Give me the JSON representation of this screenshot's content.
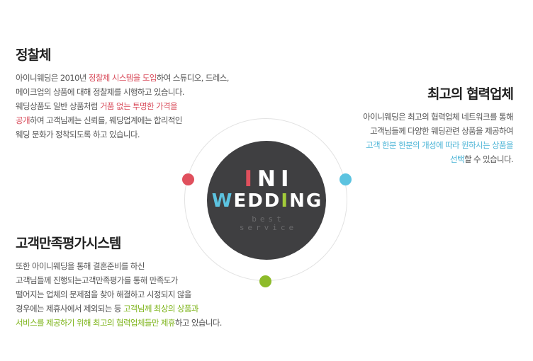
{
  "features": {
    "standardization": {
      "title": "정찰체",
      "lines": [
        [
          "아이니웨딩은 2010년 ",
          "정찰제 시스템을 도입",
          "하여 스튜디오, 드레스,"
        ],
        [
          "메이크업의 상품에 대해 정찰제를 시행하고 있습니다.",
          "",
          ""
        ],
        [
          "웨딩상품도 일반 상품처럼 ",
          "거품 없는 투명한 가격을",
          ""
        ],
        [
          "",
          "공개",
          "하여 고객님께는 신뢰를,  웨딩업계에는 합리적인"
        ],
        [
          "웨딩 문화가 정착되도록 하고 있습니다.",
          "",
          ""
        ]
      ]
    },
    "partners": {
      "title": "최고의 협력업체",
      "lines": [
        [
          "아이니웨딩은 최고의 협력업체 네트워크를 통해",
          "",
          ""
        ],
        [
          "고객님들께 다양한 웨딩관련 상품을 제공하여",
          "",
          ""
        ],
        [
          "",
          "고객 한분 한분의 개성에 따라 원하시는 상품을",
          ""
        ],
        [
          "",
          "선택",
          "할 수 있습니다."
        ]
      ]
    },
    "satisfaction": {
      "title": "고객만족평가시스템",
      "lines": [
        [
          "또한 아이니웨딩을 통해 결혼준비를 하신",
          "",
          ""
        ],
        [
          "고객님들께 진행되는고객만족평가를 통해 만족도가",
          "",
          ""
        ],
        [
          "떨어지는 업체의 문제점을 찾아 해결하고 시정되지 않을",
          "",
          ""
        ],
        [
          "경우에는 제휴사에서 제외되는 등 ",
          "고객님께 최상의 상품과",
          ""
        ],
        [
          "",
          "서비스를 제공하기 위해 최고의 협력업체들만 제휴",
          "하고 있습니다."
        ]
      ]
    }
  },
  "logo": {
    "line1": [
      "I",
      "N",
      "I"
    ],
    "line2": [
      "W",
      "EDD",
      "I",
      "NG"
    ],
    "tagline_1": "best",
    "tagline_2": "service"
  },
  "colors": {
    "red": "#e0505d",
    "blue": "#5cc3e0",
    "green": "#8dbb2a",
    "logo_bg": "#3f3f41"
  }
}
